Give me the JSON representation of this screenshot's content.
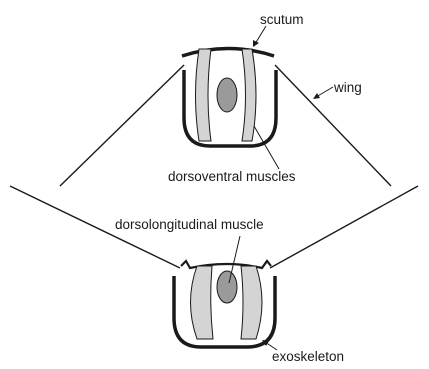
{
  "labels": {
    "scutum": "scutum",
    "wing": "wing",
    "dorsoventral_muscles": "dorsoventral muscles",
    "dorsolongitudinal_muscle": "dorsolongitudinal muscle",
    "exoskeleton": "exoskeleton"
  },
  "colors": {
    "background": "#ffffff",
    "outline": "#1a1a1a",
    "muscle_fill": "#d4d4d4",
    "center_muscle_fill": "#9a9a9a"
  }
}
